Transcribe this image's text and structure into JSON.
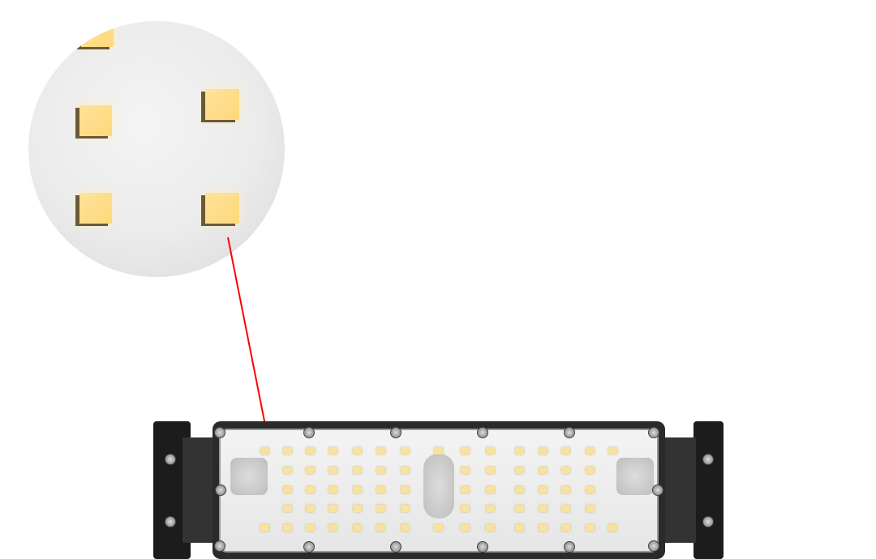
{
  "colors": {
    "background": "#ffffff",
    "callout_line": "#ff0000",
    "led": "#f7e2a0",
    "housing": "#1c1c1c"
  },
  "image": {
    "subject": "led-module-floodlight",
    "callout": "zoomed-led-chips"
  },
  "icons": [
    "led-chip",
    "screw",
    "callout-line"
  ]
}
